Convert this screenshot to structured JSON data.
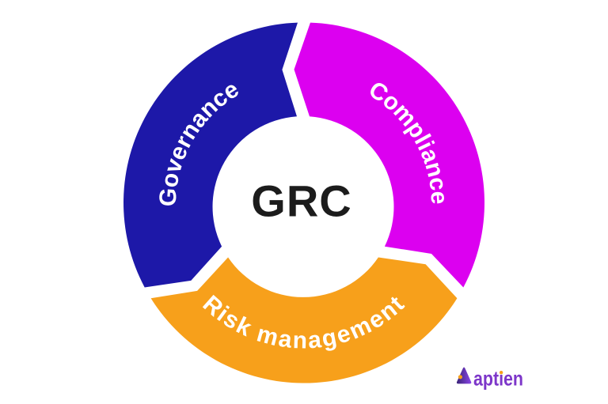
{
  "diagram": {
    "type": "cycle",
    "center_label": "GRC",
    "center_label_color": "#1c1c1c",
    "label_color": "#ffffff",
    "background": "#ffffff",
    "segments": [
      {
        "id": "governance",
        "label": "Governance",
        "color": "#1d18a8",
        "start_angle": 150,
        "end_angle": 270,
        "label_direction": "clockwise"
      },
      {
        "id": "compliance",
        "label": "Compliance",
        "color": "#dc00f0",
        "start_angle": 270,
        "end_angle": 390,
        "label_direction": "clockwise"
      },
      {
        "id": "risk-management",
        "label": "Risk management",
        "color": "#f7a01b",
        "start_angle": 30,
        "end_angle": 150,
        "label_direction": "counterclockwise"
      }
    ]
  },
  "logo": {
    "text": "aptien",
    "text_color": "#7d36c9",
    "i_dot_color": "#f7a01b",
    "mark_color_dark": "#3a2478",
    "mark_color_light": "#8a45e8",
    "mark_dot_color": "#f7a01b"
  }
}
